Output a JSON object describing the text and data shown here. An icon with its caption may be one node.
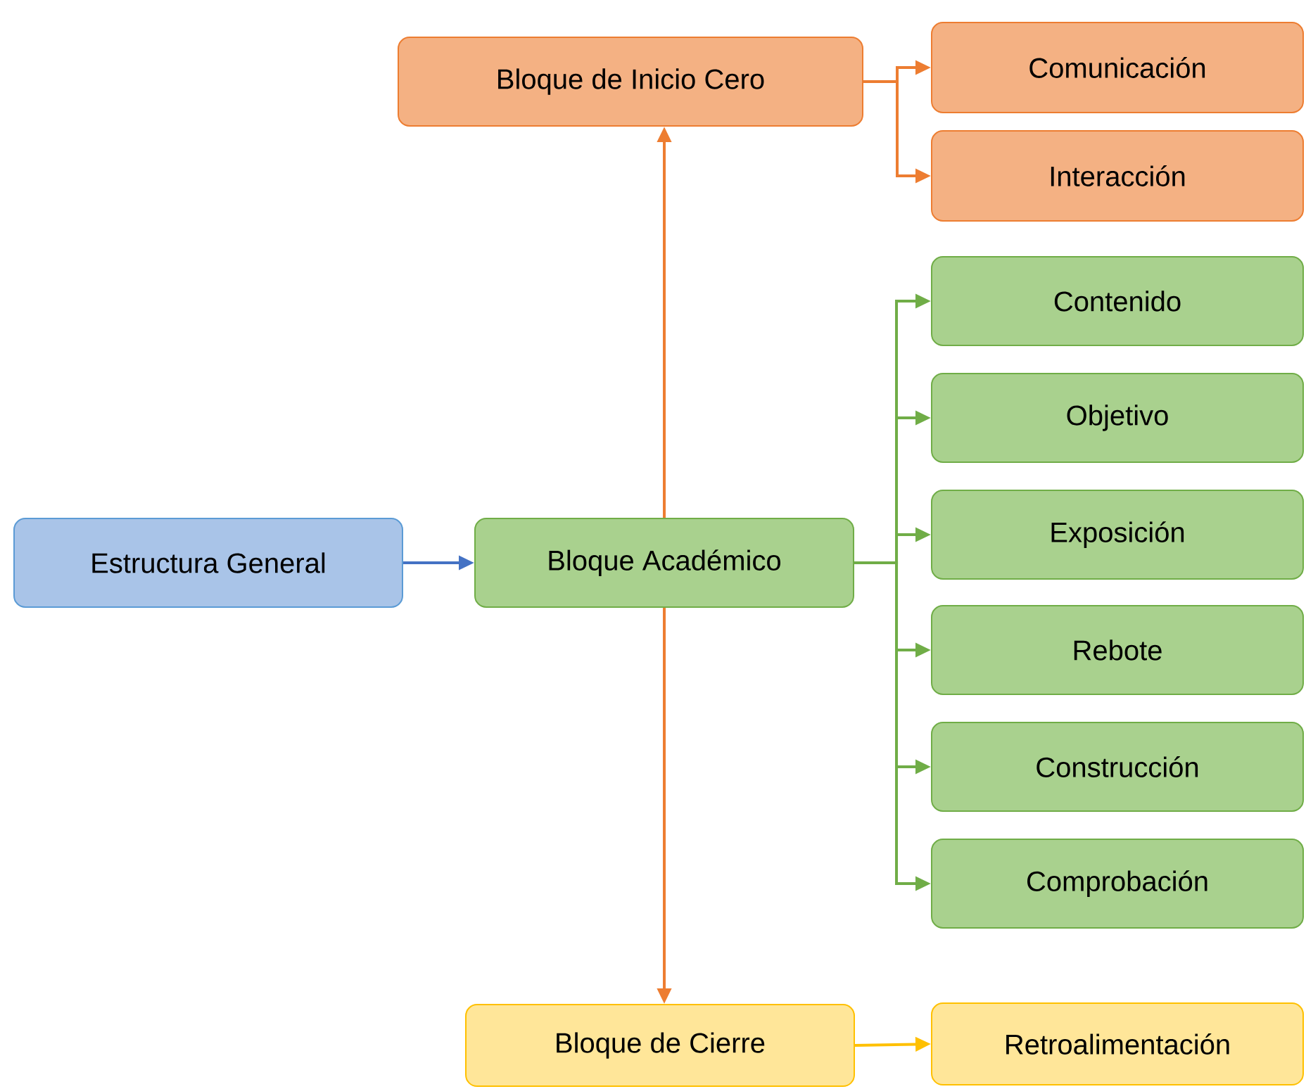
{
  "diagram": {
    "nodes": [
      {
        "text": [
          "Estructura General"
        ]
      },
      {
        "text": [
          "Bloque Académico"
        ]
      },
      {
        "text": [
          "Bloque de Inicio Cero"
        ]
      },
      {
        "text": [
          "Comunicación"
        ]
      },
      {
        "text": [
          "Interacción"
        ]
      },
      {
        "text": [
          "Contenido"
        ]
      },
      {
        "text": [
          "Objetivo"
        ]
      },
      {
        "text": [
          "Exposición"
        ]
      },
      {
        "text": [
          "Rebote"
        ]
      },
      {
        "text": [
          "Construcción"
        ]
      },
      {
        "text": [
          "Comprobación"
        ]
      },
      {
        "text": [
          "Bloque de Cierre"
        ]
      },
      {
        "text": [
          "Retroalimentación"
        ]
      }
    ],
    "edges": [
      {
        "from": 0,
        "to": 1,
        "arrow": "to",
        "color": "#4472c4"
      },
      {
        "from": 1,
        "to": 2,
        "arrow": "to",
        "color": "#ed7d31"
      },
      {
        "from": 1,
        "to": 11,
        "arrow": "to",
        "color": "#ed7d31"
      },
      {
        "from": 2,
        "to": 3,
        "arrow": "to",
        "color": "#ed7d31"
      },
      {
        "from": 2,
        "to": 4,
        "arrow": "to",
        "color": "#ed7d31"
      },
      {
        "from": 1,
        "to": 5,
        "arrow": "to",
        "color": "#70ad47"
      },
      {
        "from": 1,
        "to": 6,
        "arrow": "to",
        "color": "#70ad47"
      },
      {
        "from": 1,
        "to": 7,
        "arrow": "to",
        "color": "#70ad47"
      },
      {
        "from": 1,
        "to": 8,
        "arrow": "to",
        "color": "#70ad47"
      },
      {
        "from": 1,
        "to": 9,
        "arrow": "to",
        "color": "#70ad47"
      },
      {
        "from": 1,
        "to": 10,
        "arrow": "to",
        "color": "#70ad47"
      },
      {
        "from": 11,
        "to": 12,
        "arrow": "to",
        "color": "#ffc000"
      }
    ]
  }
}
